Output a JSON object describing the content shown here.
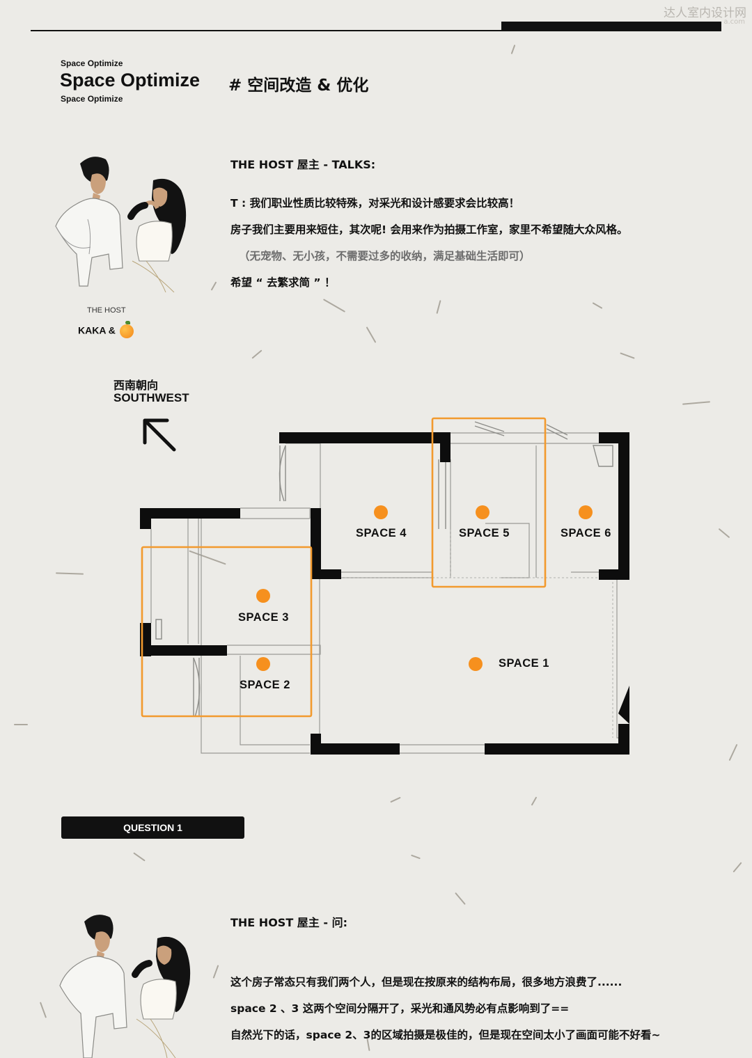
{
  "watermark": {
    "text": "达人室内设计网",
    "sub": "a.com"
  },
  "header": {
    "small_top": "Space Optimize",
    "big": "Space Optimize",
    "small_bottom": "Space Optimize",
    "section_title": "# 空间改造 & 优化"
  },
  "host_intro": {
    "label": "THE HOST",
    "name": "KAKA &"
  },
  "talks": {
    "heading": "THE HOST 屋主  -  TALKS:",
    "lines": [
      "T : 我们职业性质比较特殊，对采光和设计感要求会比较高！",
      "房子我们主要用来短住，其次呢! 会用来作为拍摄工作室，家里不希望随大众风格。",
      "（无宠物、无小孩，不需要过多的收纳，满足基础生活即可）",
      "希望 “ 去繁求简 ” ！"
    ]
  },
  "compass": {
    "cn": "西南朝向",
    "en": "SOUTHWEST"
  },
  "floorplan": {
    "accent_color": "#f29a2e",
    "spaces": [
      {
        "id": 1,
        "label": "SPACE 1"
      },
      {
        "id": 2,
        "label": "SPACE 2"
      },
      {
        "id": 3,
        "label": "SPACE 3"
      },
      {
        "id": 4,
        "label": "SPACE 4"
      },
      {
        "id": 5,
        "label": "SPACE 5"
      },
      {
        "id": 6,
        "label": "SPACE 6"
      }
    ]
  },
  "question": {
    "badge": "QUESTION 1",
    "heading": "THE HOST 屋主  -  问:",
    "lines": [
      "这个房子常态只有我们两个人，但是现在按原来的结构布局，很多地方浪费了......",
      "space 2 、3 这两个空间分隔开了，采光和通风势必有点影响到了==",
      "自然光下的话，space 2、3的区域拍摄是极佳的，但是现在空间太小了画面可能不好看~"
    ]
  }
}
